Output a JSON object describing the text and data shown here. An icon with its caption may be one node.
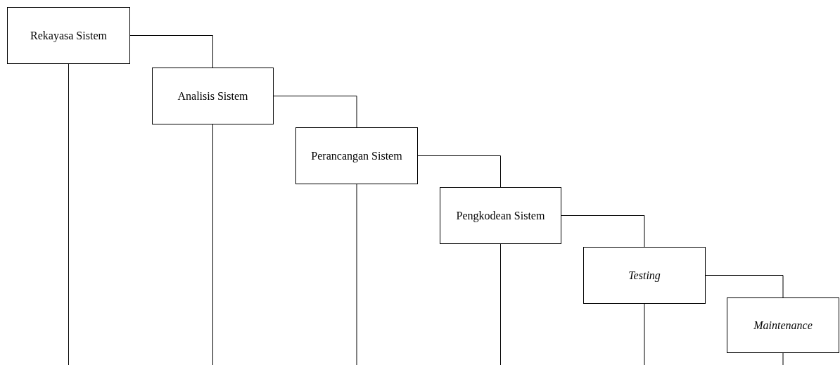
{
  "diagram": {
    "nodes": [
      {
        "text": [
          "Rekayasa Sistem"
        ]
      },
      {
        "text": [
          "Analisis Sistem"
        ]
      },
      {
        "text": [
          "Perancangan Sistem"
        ]
      },
      {
        "text": [
          "Pengkodean Sistem"
        ]
      },
      {
        "text": [
          "Testing"
        ]
      },
      {
        "text": [
          "Maintenance"
        ]
      }
    ],
    "edges": [
      {
        "from": 0,
        "to": 1,
        "arrow": "none"
      },
      {
        "from": 1,
        "to": 2,
        "arrow": "none"
      },
      {
        "from": 2,
        "to": 3,
        "arrow": "none"
      },
      {
        "from": 3,
        "to": 4,
        "arrow": "none"
      },
      {
        "from": 4,
        "to": 5,
        "arrow": "none"
      },
      {
        "from": 0,
        "to": null,
        "arrow": "none"
      },
      {
        "from": 1,
        "to": null,
        "arrow": "none"
      },
      {
        "from": 2,
        "to": null,
        "arrow": "none"
      },
      {
        "from": 3,
        "to": null,
        "arrow": "none"
      },
      {
        "from": 4,
        "to": null,
        "arrow": "none"
      },
      {
        "from": 5,
        "to": null,
        "arrow": "none"
      }
    ]
  }
}
